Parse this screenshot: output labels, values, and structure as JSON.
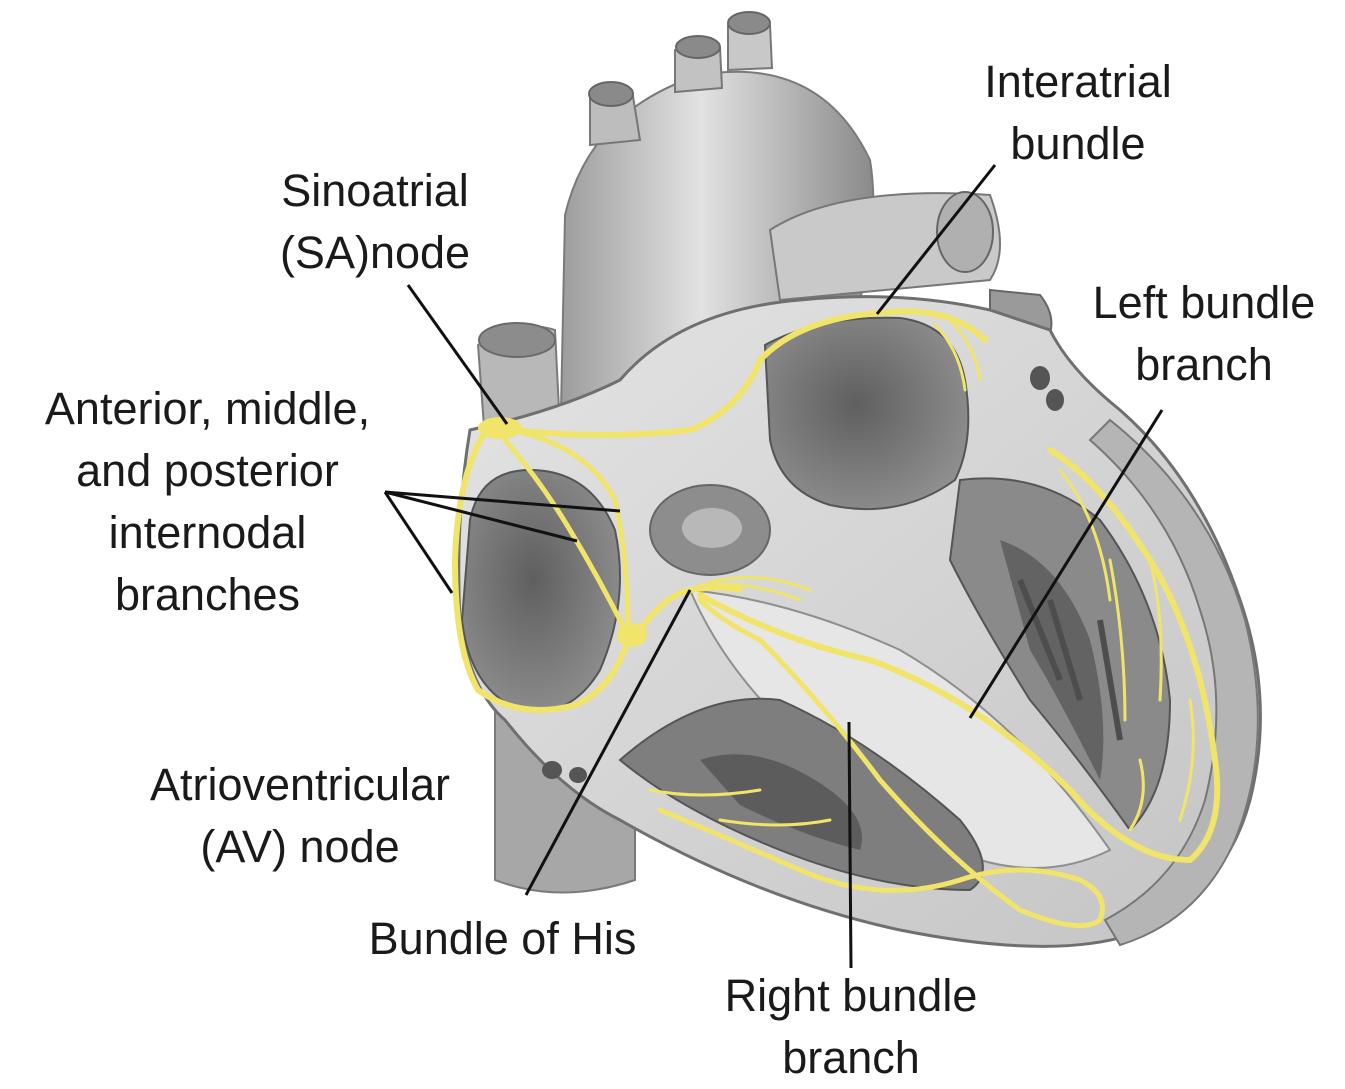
{
  "colors": {
    "background": "#ffffff",
    "tissue_light": "#d6d6d6",
    "tissue_mid": "#a9a9a9",
    "tissue_dark": "#6e6e6e",
    "conduction": "#f1e46a",
    "leader_line": "#111111",
    "text": "#1a1a1a"
  },
  "labels": {
    "interatrial": [
      "Interatrial",
      "bundle"
    ],
    "sa_node": [
      "Sinoatrial",
      "(SA)node"
    ],
    "left_bundle": [
      "Left bundle",
      "branch"
    ],
    "internodal": [
      "Anterior, middle,",
      "and posterior",
      "internodal",
      "branches"
    ],
    "av_node": [
      "Atrioventricular",
      "(AV) node"
    ],
    "bundle_his": [
      "Bundle of His"
    ],
    "right_bundle": [
      "Right bundle",
      "branch"
    ]
  }
}
